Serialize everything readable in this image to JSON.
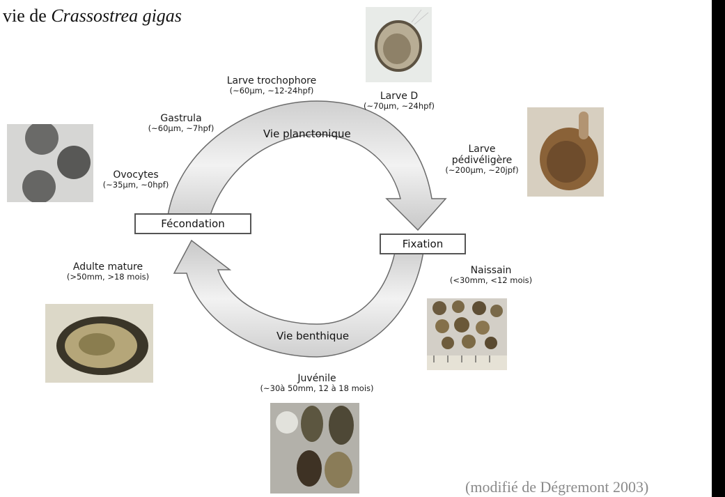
{
  "title": {
    "prefix": "e vie de ",
    "species": "Crassostrea gigas"
  },
  "credit": "(modifié de Dégremont 2003)",
  "arcs": {
    "top": "Vie planctonique",
    "bottom": "Vie benthique"
  },
  "boxes": {
    "left": "Fécondation",
    "right": "Fixation"
  },
  "stages": {
    "trochophore": {
      "name": "Larve trochophore",
      "size": "(~60μm, ~12-24hpf)"
    },
    "larve_d": {
      "name": "Larve D",
      "size": "(~70μm, ~24hpf)"
    },
    "gastrula": {
      "name": "Gastrula",
      "size": "(~60μm, ~7hpf)"
    },
    "pediveligere": {
      "name1": "Larve",
      "name2": "pédivéligère",
      "size": "(~200μm, ~20jpf)"
    },
    "ovocytes": {
      "name": "Ovocytes",
      "size": "(~35μm, ~0hpf)"
    },
    "adulte": {
      "name": "Adulte mature",
      "size": "(>50mm, >18 mois)"
    },
    "naissain": {
      "name": "Naissain",
      "size": "(<30mm, <12 mois)"
    },
    "juvenile": {
      "name": "Juvénile",
      "size": "(~30à 50mm, 12 à 18 mois)"
    }
  }
}
